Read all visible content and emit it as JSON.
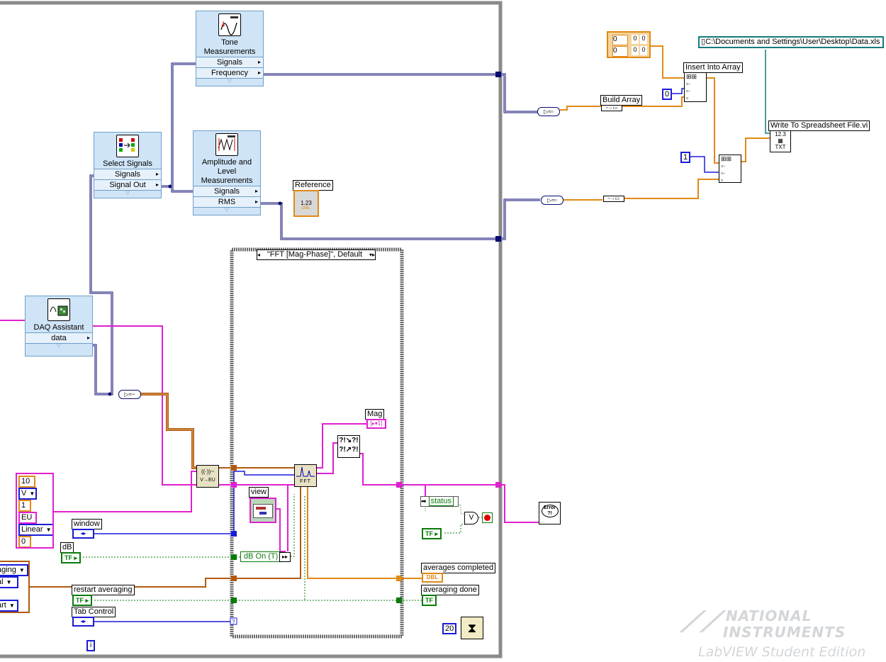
{
  "express_vis": {
    "tone": {
      "title": "Tone Measurements",
      "terminals": [
        "Signals",
        "Frequency"
      ]
    },
    "select": {
      "title": "Select Signals",
      "terminals": [
        "Signals",
        "Signal Out"
      ]
    },
    "amplitude": {
      "title": "Amplitude and Level Measurements",
      "terminals": [
        "Signals",
        "RMS"
      ]
    },
    "daq": {
      "title": "DAQ Assistant",
      "terminals": [
        "data"
      ]
    }
  },
  "labels": {
    "reference": "Reference",
    "reference_value": "1.23",
    "reference_type": "DBL",
    "case_selector": "\"FFT [Mag-Phase]\", Default",
    "mag": "Mag",
    "mag_type": "[▸▾1]",
    "view": "view",
    "window": "window",
    "db": "dB",
    "db_on": "dB On (T)",
    "restart_averaging": "restart averaging",
    "tab_control": "Tab Control",
    "status": "status",
    "averages_completed": "averages completed",
    "averages_completed_type": "DBL",
    "averaging_done": "averaging done",
    "insert_into_array": "Insert Into Array",
    "build_array": "Build Array",
    "write_spreadsheet": "Write To Spreadsheet File.vi",
    "file_path": "C:\\Documents and Settings\\User\\Desktop\\Data.xls",
    "sv_icon": "V→EU",
    "fft_icon": "FFT",
    "write_icon_value": "12.3",
    "write_icon_text": "TXT"
  },
  "constants": {
    "array_values": [
      "0",
      "0"
    ],
    "array_cells": [
      "0",
      "0",
      "0",
      "0"
    ],
    "insert_index": "0",
    "index_one": "1",
    "wait_ms": "20",
    "bool_tf": "TF",
    "info": "i"
  },
  "scaling_cluster": {
    "max": "10",
    "unit": "V",
    "factor": "1",
    "eu": "EU",
    "scale": "Linear",
    "offset": "0"
  },
  "left_cluster": [
    "aging",
    "al",
    "art"
  ],
  "watermark": {
    "line1": "NATIONAL",
    "line2": "INSTRUMENTS",
    "line3": "LabVIEW Student Edition"
  },
  "colors": {
    "signal_wire": "#0a0a70",
    "waveform_wire": "#e020d0",
    "dbl_wire": "#e08a17",
    "int_wire": "#1b1bd9",
    "bool_wire": "#0a7a0a",
    "express_bg": "#cfe4f6",
    "path_wire": "#137c7c"
  }
}
